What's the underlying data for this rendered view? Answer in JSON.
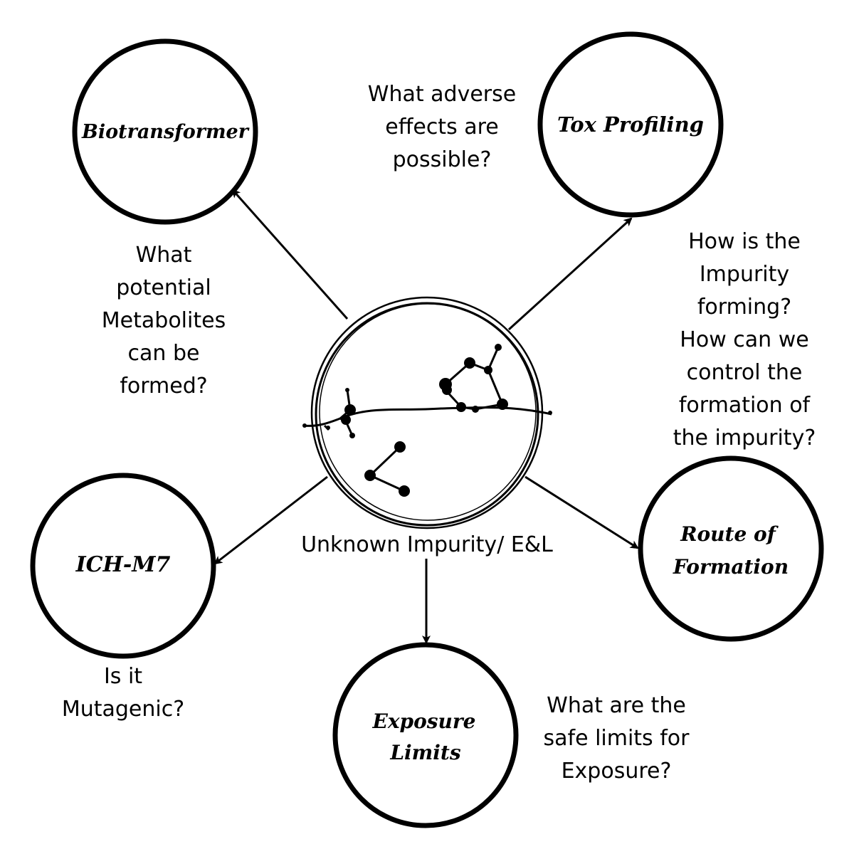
{
  "center": {
    "caption": "Unknown Impurity/ E&L"
  },
  "nodes": {
    "biotransformer": {
      "label": "Biotransformer"
    },
    "tox_profiling": {
      "label": "Tox Profiling"
    },
    "route_of_formation": {
      "label_lines": [
        "Route of",
        "Formation"
      ]
    },
    "exposure_limits": {
      "label_lines": [
        "Exposure",
        "Limits"
      ]
    },
    "ich_m7": {
      "label": "ICH-M7"
    }
  },
  "questions": {
    "metabolites": [
      "What",
      "potential",
      "Metabolites",
      "can be",
      "formed?"
    ],
    "adverse_effects": [
      "What adverse",
      "effects are",
      "possible?"
    ],
    "formation": [
      "How is the",
      "Impurity",
      "forming?",
      "How can we",
      "control the",
      "formation of",
      "the impurity?"
    ],
    "mutagenic": [
      "Is it",
      "Mutagenic?"
    ],
    "safe_limits": [
      "What are the",
      "safe limits for",
      "Exposure?"
    ]
  }
}
